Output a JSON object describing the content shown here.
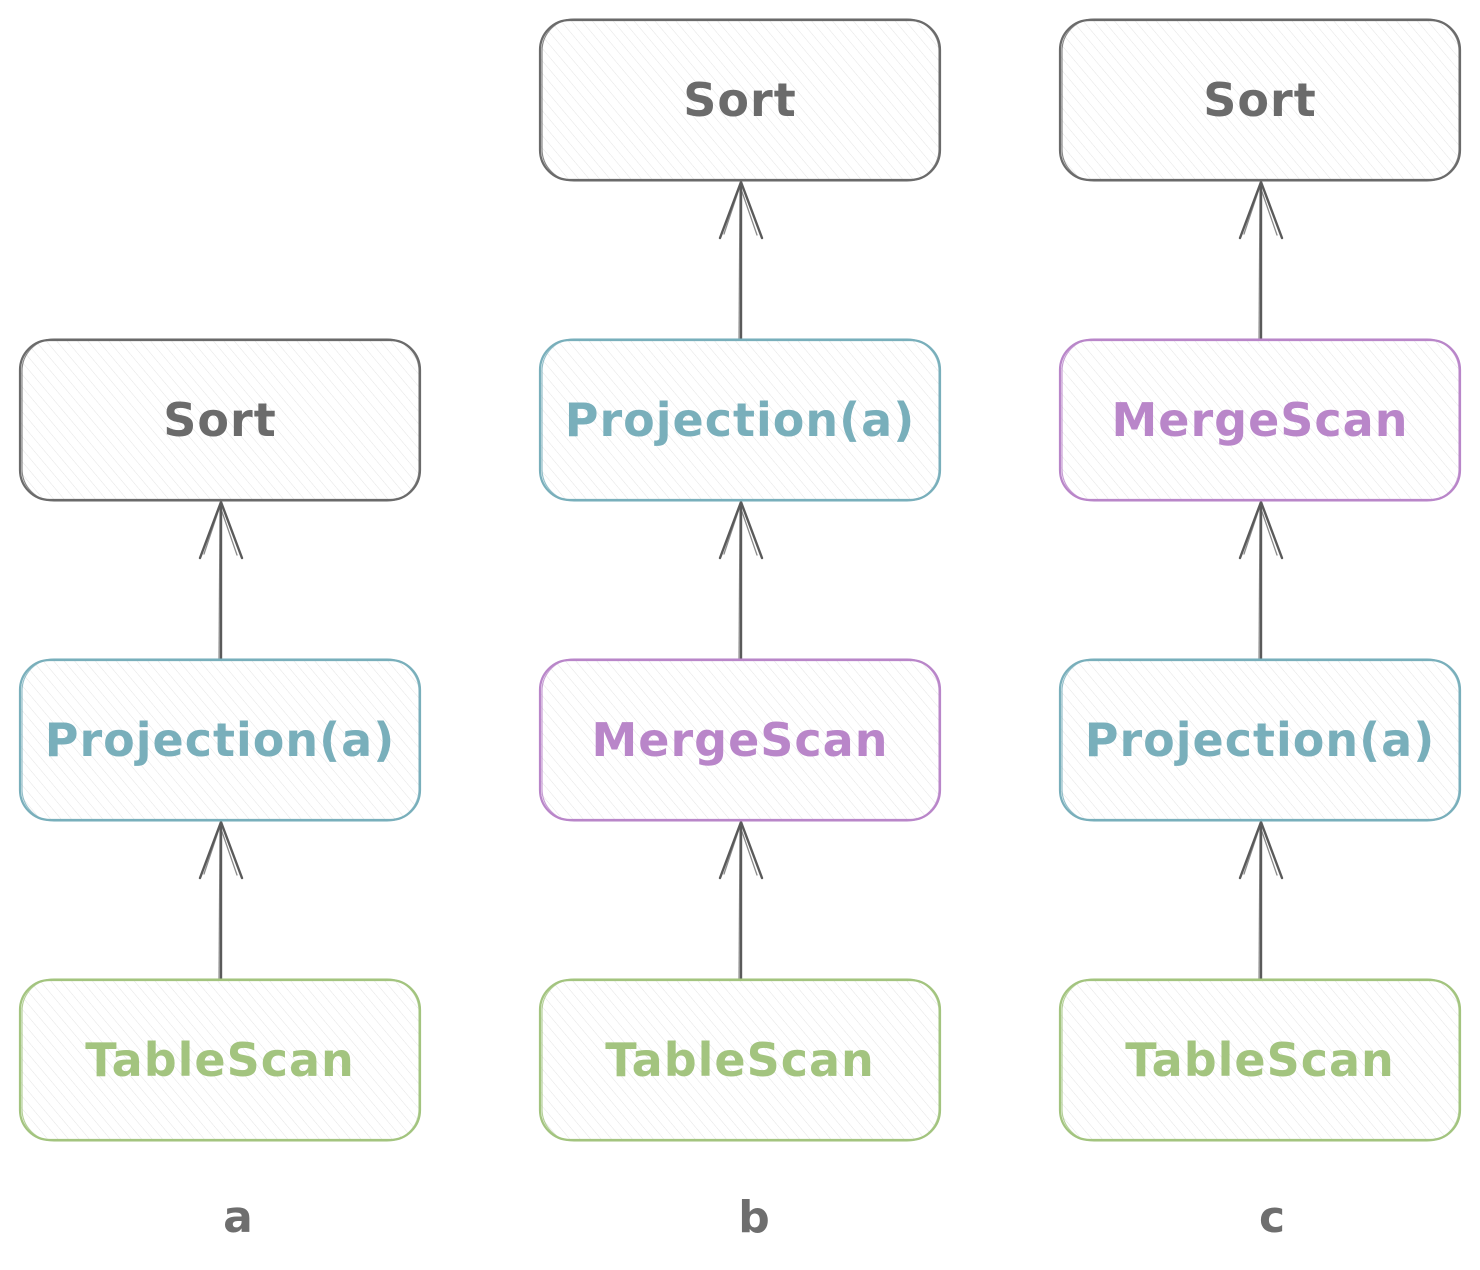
{
  "colors": {
    "sort": "#6b6b6b",
    "projection": "#79afbb",
    "mergescan": "#b986c9",
    "tablescan": "#a3c47f",
    "arrow": "#5a5a5a"
  },
  "columns": [
    {
      "caption": "a",
      "nodes": [
        {
          "label": "Sort",
          "kind": "sort"
        },
        {
          "label": "Projection(a)",
          "kind": "projection"
        },
        {
          "label": "TableScan",
          "kind": "tablescan"
        }
      ]
    },
    {
      "caption": "b",
      "nodes": [
        {
          "label": "Sort",
          "kind": "sort"
        },
        {
          "label": "Projection(a)",
          "kind": "projection"
        },
        {
          "label": "MergeScan",
          "kind": "mergescan"
        },
        {
          "label": "TableScan",
          "kind": "tablescan"
        }
      ]
    },
    {
      "caption": "c",
      "nodes": [
        {
          "label": "Sort",
          "kind": "sort"
        },
        {
          "label": "MergeScan",
          "kind": "mergescan"
        },
        {
          "label": "Projection(a)",
          "kind": "projection"
        },
        {
          "label": "TableScan",
          "kind": "tablescan"
        }
      ]
    }
  ]
}
